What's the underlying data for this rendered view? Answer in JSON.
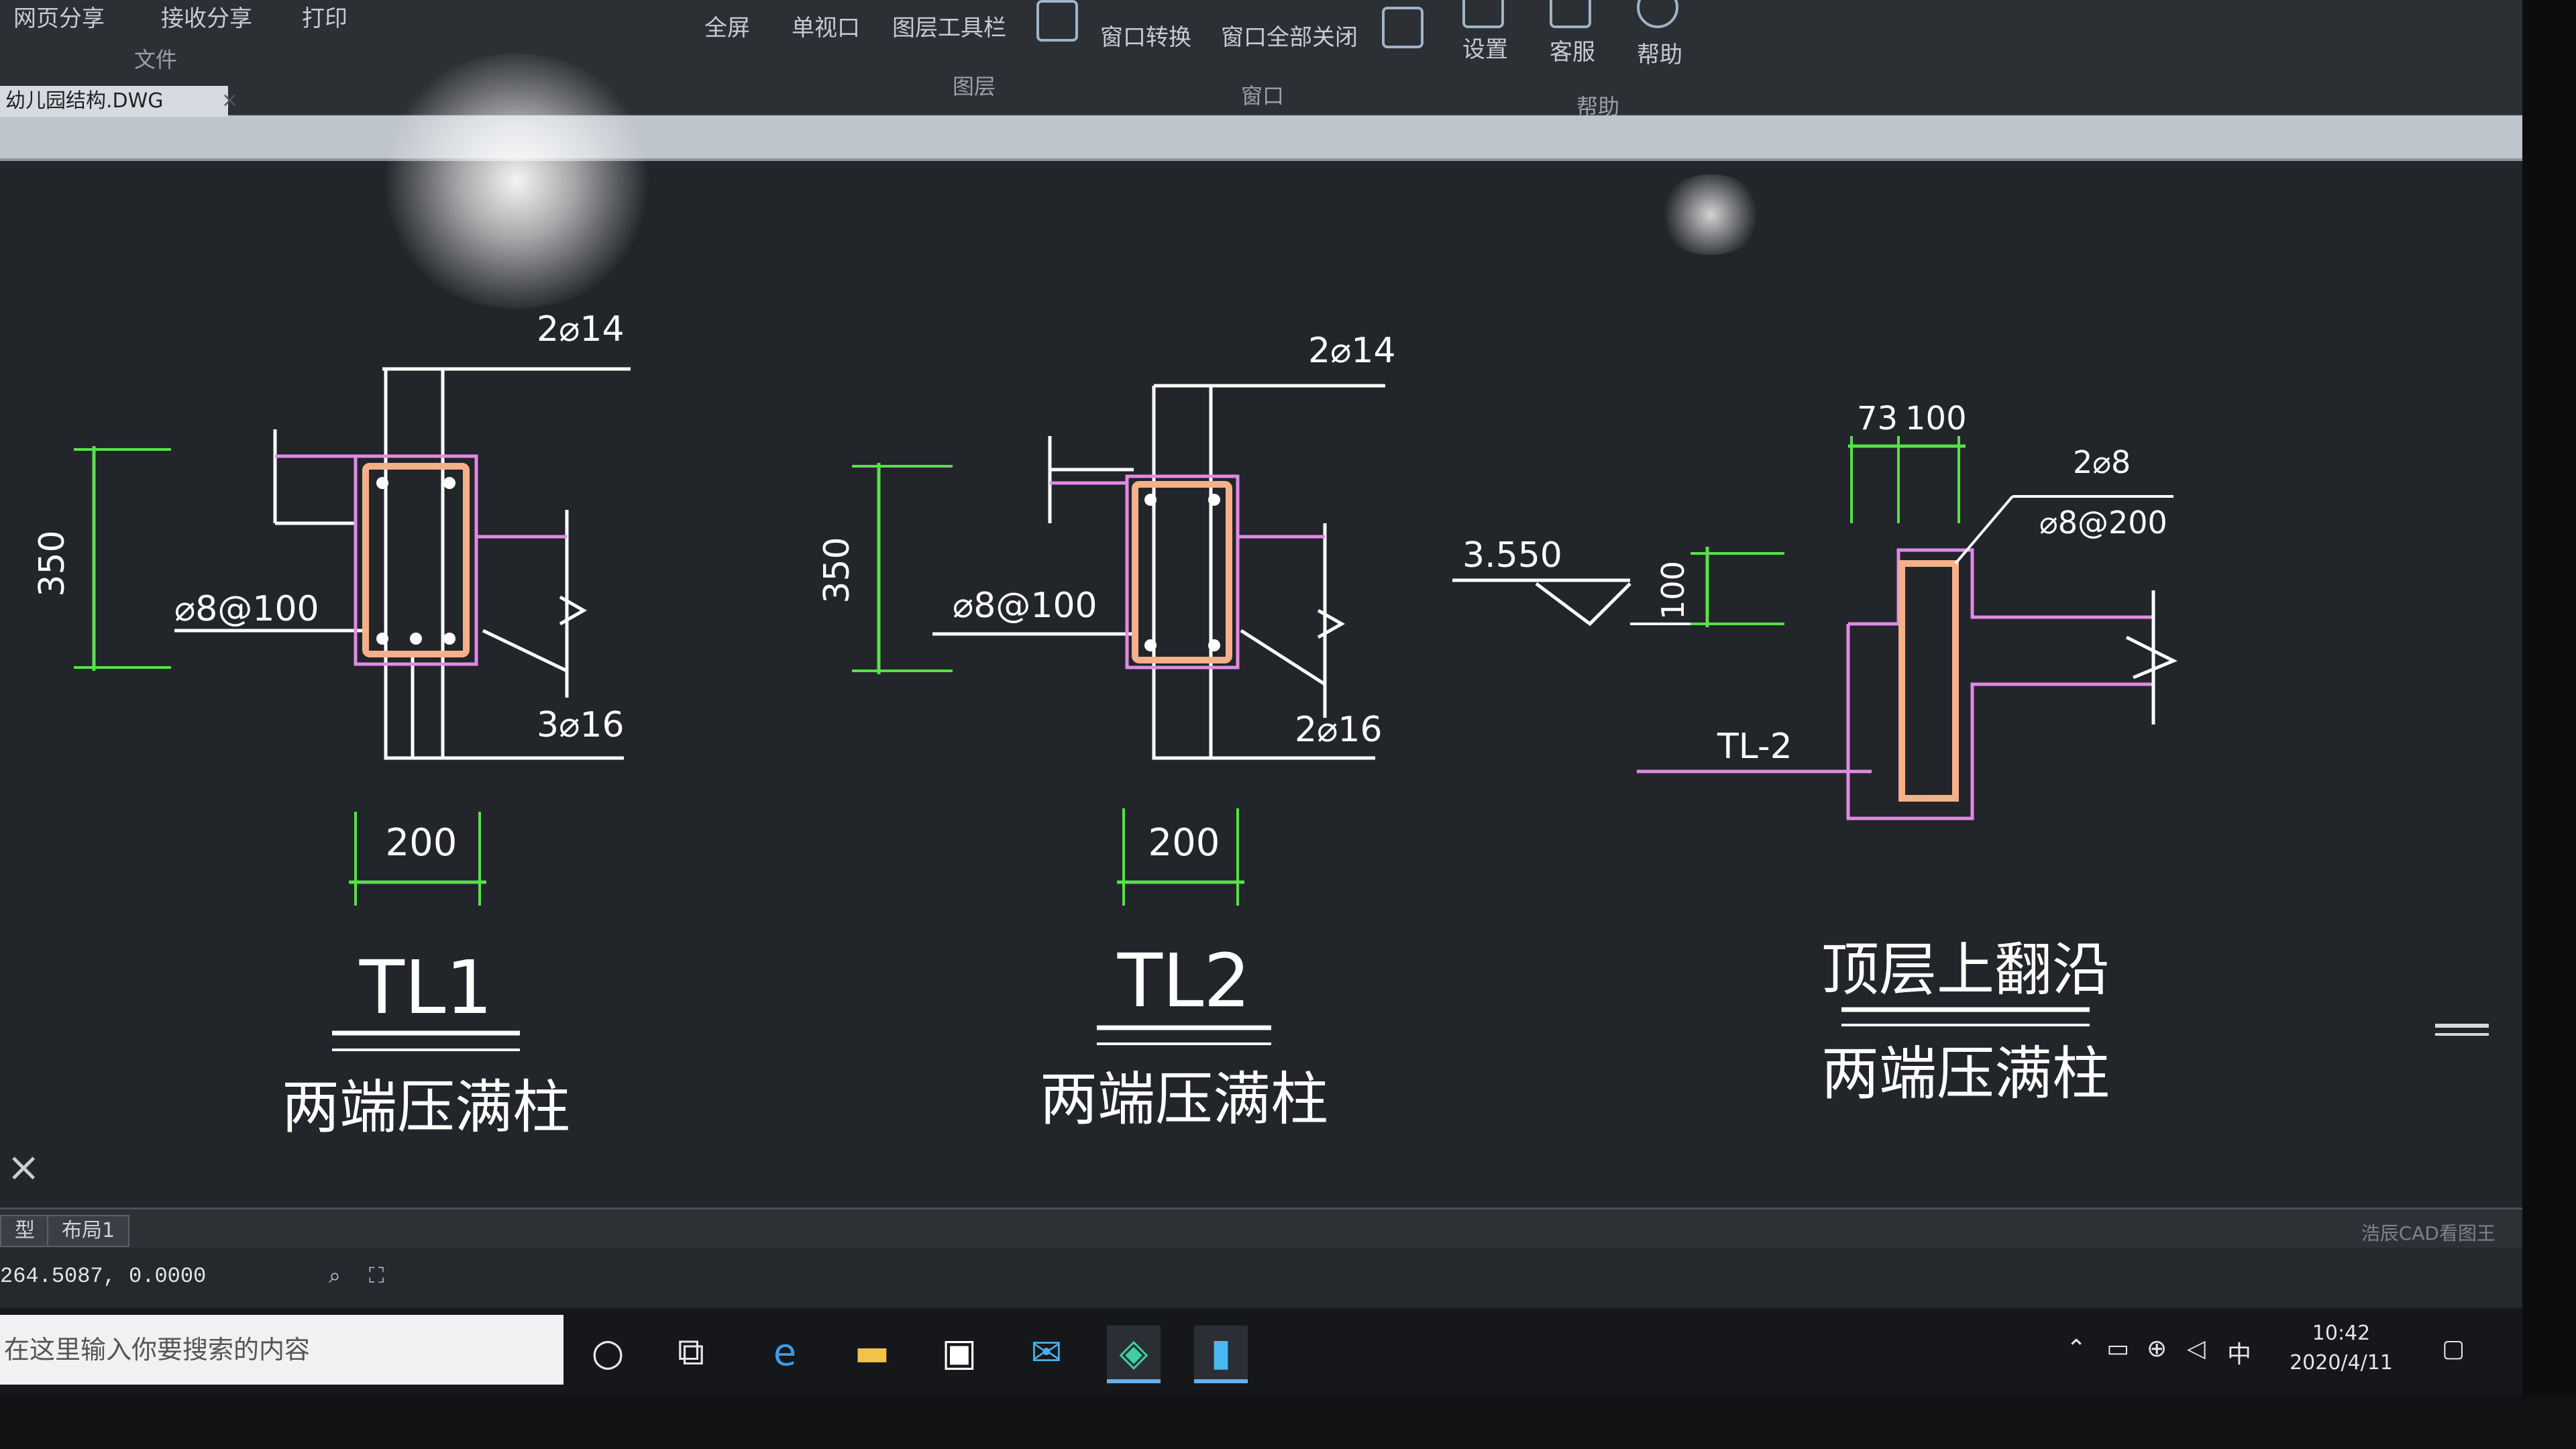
{
  "ribbon": {
    "buttons": [
      "网页分享",
      "接收分享",
      "打印",
      "全屏",
      "单视口",
      "图层工具栏",
      "窗口转换",
      "窗口全部关闭",
      "设置",
      "客服",
      "帮助"
    ],
    "groups": [
      "文件",
      "图层",
      "窗口",
      "帮助"
    ]
  },
  "document": {
    "tab_title": "幼儿园结构.DWG"
  },
  "drawing": {
    "tl1": {
      "top_rebar": "2⌀14",
      "height_dim": "350",
      "stirrup": "⌀8@100",
      "bottom_rebar": "3⌀16",
      "width_dim": "200",
      "title": "TL1",
      "subtitle": "两端压满柱"
    },
    "tl2": {
      "top_rebar": "2⌀14",
      "height_dim": "350",
      "stirrup": "⌀8@100",
      "bottom_rebar": "2⌀16",
      "width_dim": "200",
      "title": "TL2",
      "subtitle": "两端压满柱"
    },
    "upturn": {
      "elevation": "3.550",
      "height_dim": "100",
      "dim_a": "73",
      "dim_b": "100",
      "rebar": "2⌀8",
      "stirrup": "⌀8@200",
      "beam_label": "TL-2",
      "title": "顶层上翻沿",
      "subtitle": "两端压满柱"
    }
  },
  "layout_tabs": [
    "型",
    "布局1"
  ],
  "watermark": "浩辰CAD看图王",
  "status": {
    "coordinates": "264.5087, 0.0000"
  },
  "taskbar": {
    "search_placeholder": "在这里输入你要搜索的内容",
    "ime": "中",
    "time": "10:42",
    "date": "2020/4/11"
  },
  "colors": {
    "background": "#22252a",
    "magenta": "#e08ae6",
    "green": "#58e04a",
    "orange": "#f5b08a",
    "white": "#ffffff"
  },
  "icons": [
    "search-icon",
    "task-view-icon",
    "edge-icon",
    "file-explorer-icon",
    "store-icon",
    "mail-icon",
    "cad-viewer-icon",
    "app-icon",
    "notification-icon"
  ]
}
